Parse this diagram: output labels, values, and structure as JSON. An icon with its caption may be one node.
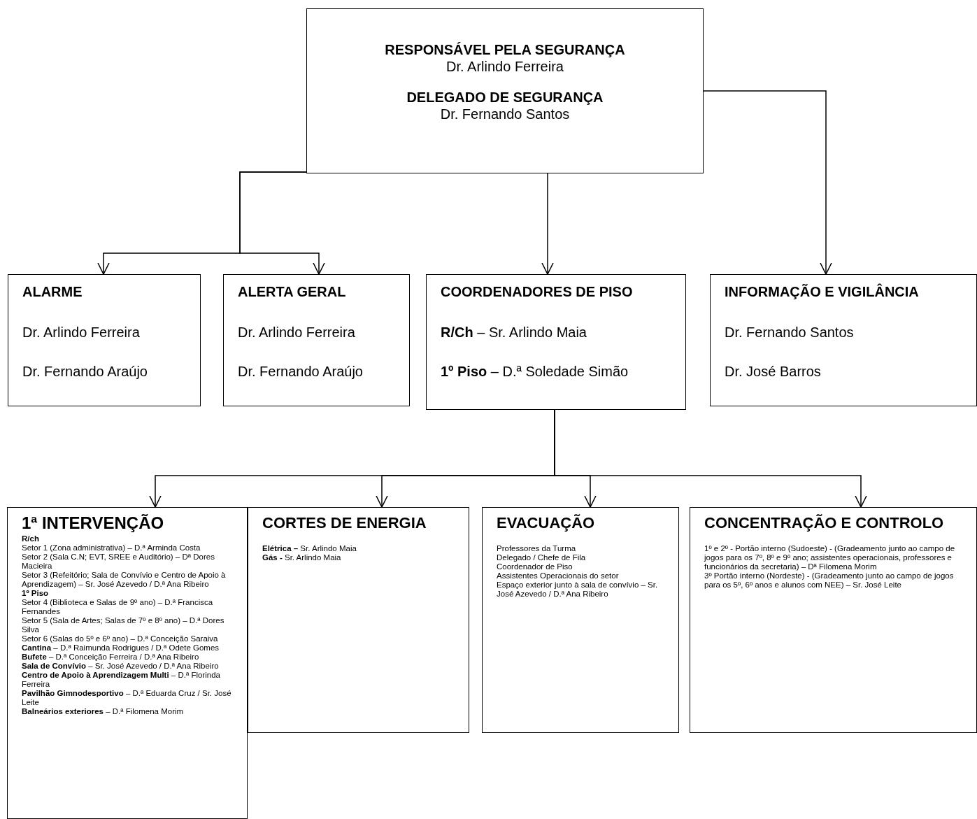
{
  "diagram": {
    "nodes": [
      {
        "text": [
          "RESPONSÁVEL PELA SEGURANÇA",
          "Dr. Arlindo Ferreira",
          "DELEGADO DE SEGURANÇA",
          "Dr. Fernando Santos"
        ]
      },
      {
        "text": [
          "ALARME",
          "Dr. Arlindo Ferreira",
          "Dr. Fernando Araújo"
        ]
      },
      {
        "text": [
          "ALERTA GERAL",
          "Dr. Arlindo Ferreira",
          "Dr. Fernando Araújo"
        ]
      },
      {
        "text": [
          "COORDENADORES DE PISO",
          "**R/Ch** – Sr. Arlindo Maia",
          "**1º Piso** – D.ª Soledade Simão"
        ]
      },
      {
        "text": [
          "INFORMAÇÃO E VIGILÂNCIA",
          "Dr. Fernando Santos",
          "Dr. José Barros"
        ]
      },
      {
        "text": [
          "1ª INTERVENÇÃO",
          "**R/ch**",
          "Setor 1 (Zona administrativa) – D.ª Arminda Costa",
          "Setor 2 (Sala C.N; EVT, SREE e Auditório) – Dª Dores Macieira",
          "Setor 3 (Refeitório; Sala de Convívio e Centro de Apoio à Aprendizagem) – Sr. José Azevedo / D.ª Ana Ribeiro",
          "**1º Piso**",
          "Setor 4 (Biblioteca e Salas de 9º ano) – D.ª Francisca Fernandes",
          "Setor 5 (Sala de Artes; Salas de 7º e 8º ano) – D.ª Dores Silva",
          "Setor 6 (Salas do 5º e 6º ano) – D.ª Conceição Saraiva",
          "**Cantina** – D.ª Raimunda Rodrigues / D.ª Odete Gomes",
          "**Bufete** – D.ª Conceição Ferreira / D.ª Ana Ribeiro",
          "**Sala de Convívio** – Sr. José Azevedo / D.ª Ana Ribeiro",
          "**Centro de Apoio à Aprendizagem Multi** – D.ª Florinda Ferreira",
          "**Pavilhão Gimnodesportivo** – D.ª Eduarda Cruz / Sr. José Leite",
          "**Balneários exteriores** – D.ª Filomena Morim"
        ]
      },
      {
        "text": [
          "CORTES DE ENERGIA",
          "**Elétrica –** Sr. Arlindo Maia",
          "**Gás -** Sr. Arlindo Maia"
        ]
      },
      {
        "text": [
          "EVACUAÇÃO",
          "Professores da Turma",
          "Delegado / Chefe de Fila",
          "Coordenador de Piso",
          "Assistentes Operacionais do setor",
          "Espaço exterior junto à sala de convívio – Sr. José Azevedo / D.ª Ana Ribeiro"
        ]
      },
      {
        "text": [
          "CONCENTRAÇÃO E CONTROLO",
          "1º e 2º - Portão interno (Sudoeste) - (Gradeamento junto ao campo de jogos para os 7º, 8º e 9º ano; assistentes operacionais, professores e funcionários da secretaria) – Dª Filomena Morim",
          "3º Portão interno (Nordeste) - (Gradeamento junto ao campo de jogos para os 5º, 6º anos e alunos com NEE) – Sr. José Leite"
        ]
      }
    ],
    "edges": [
      {
        "from": 0,
        "to": 1,
        "arrow": "to"
      },
      {
        "from": 0,
        "to": 2,
        "arrow": "to"
      },
      {
        "from": 0,
        "to": 3,
        "arrow": "to"
      },
      {
        "from": 0,
        "to": 4,
        "arrow": "to"
      },
      {
        "from": 3,
        "to": 5,
        "arrow": "to"
      },
      {
        "from": 3,
        "to": 6,
        "arrow": "to"
      },
      {
        "from": 3,
        "to": 7,
        "arrow": "to"
      },
      {
        "from": 3,
        "to": 8,
        "arrow": "to"
      }
    ]
  }
}
